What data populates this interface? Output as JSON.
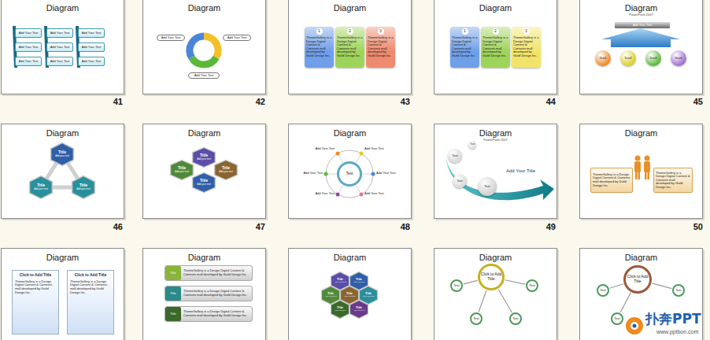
{
  "diagram": {
    "nodes": [
      {
        "text": [
          "Diagram"
        ]
      },
      {
        "text": [
          "Add Your Text"
        ],
        "in": 0
      },
      {
        "text": [
          "Add Your Text"
        ],
        "in": 0
      },
      {
        "text": [
          "Add Your Text"
        ],
        "in": 0
      },
      {
        "text": [
          "Add Your Text"
        ],
        "in": 0
      },
      {
        "text": [
          "Add Your Text"
        ],
        "in": 0
      },
      {
        "text": [
          "Add Your Text"
        ],
        "in": 0
      },
      {
        "text": [
          "Add Your Text"
        ],
        "in": 0
      },
      {
        "text": [
          "Add Your Text"
        ],
        "in": 0
      },
      {
        "text": [
          "Add Your Text"
        ],
        "in": 0
      },
      {
        "text": [
          "Diagram"
        ]
      },
      {
        "text": [
          "Add Your Text"
        ],
        "in": 10
      },
      {
        "text": [
          "Add Your Text"
        ],
        "in": 10
      },
      {
        "text": [
          "Add Your Text"
        ],
        "in": 10
      },
      {
        "text": [
          "Diagram"
        ]
      },
      {
        "text": [
          "1",
          "ThemeGallery is a Design Digital Content & Contents mall developed by Guild Design Inc."
        ],
        "in": 14
      },
      {
        "text": [
          "2",
          "ThemeGallery is a Design Digital Content & Contents mall developed by Guild Design Inc."
        ],
        "in": 14
      },
      {
        "text": [
          "3",
          "ThemeGallery is a Design Digital Content & Contents mall developed by Guild Design Inc."
        ],
        "in": 14
      },
      {
        "text": [
          "Diagram"
        ]
      },
      {
        "text": [
          "1",
          "ThemeGallery is a Design Digital Content & Contents mall developed by Guild Design Inc."
        ],
        "in": 18
      },
      {
        "text": [
          "2",
          "ThemeGallery is a Design Digital Content & Contents mall developed by Guild Design Inc."
        ],
        "in": 18
      },
      {
        "text": [
          "3",
          "ThemeGallery is a Design Digital Content & Contents mall developed by Guild Design Inc."
        ],
        "in": 18
      },
      {
        "text": [
          "Diagram",
          "PowerPoint 2007"
        ]
      },
      {
        "text": [
          "Add Your Title"
        ],
        "in": 22
      },
      {
        "text": [
          "Text1"
        ],
        "in": 22
      },
      {
        "text": [
          "Text2"
        ],
        "in": 22
      },
      {
        "text": [
          "Text3"
        ],
        "in": 22
      },
      {
        "text": [
          "Text4"
        ],
        "in": 22
      },
      {
        "text": [
          "Diagram"
        ]
      },
      {
        "text": [
          "Title",
          "Add your text"
        ],
        "in": 28
      },
      {
        "text": [
          "Title",
          "Add your text"
        ],
        "in": 28
      },
      {
        "text": [
          "Title",
          "Add your text"
        ],
        "in": 28
      },
      {
        "text": [
          "Diagram"
        ]
      },
      {
        "text": [
          "Title",
          "Add your text"
        ],
        "in": 32
      },
      {
        "text": [
          "Title",
          "Add your text"
        ],
        "in": 32
      },
      {
        "text": [
          "Title",
          "Add your text"
        ],
        "in": 32
      },
      {
        "text": [
          "Title",
          "Add your text"
        ],
        "in": 32
      },
      {
        "text": [
          "Diagram"
        ]
      },
      {
        "text": [
          "Text"
        ],
        "in": 37
      },
      {
        "text": [
          "Diagram",
          "PowerPoint 2007"
        ]
      },
      {
        "text": [
          "Text"
        ],
        "in": 39
      },
      {
        "text": [
          "Text"
        ],
        "in": 39
      },
      {
        "text": [
          "Text"
        ],
        "in": 39
      },
      {
        "text": [
          "Text"
        ],
        "in": 39
      },
      {
        "text": [
          "Diagram"
        ]
      },
      {
        "text": [
          "ThemeGallery is a Design Digital Content & Contents mall developed by Guild Design Inc."
        ],
        "in": 44
      },
      {
        "text": [
          "ThemeGallery is a Design Digital Content & Contents mall developed by Guild Design Inc."
        ],
        "in": 44
      },
      {
        "text": [
          "Diagram"
        ]
      },
      {
        "text": [
          "Click to Add Title",
          "ThemeGallery is a Design Digital Content & Contents mall developed by Guild Design Inc."
        ],
        "in": 47
      },
      {
        "text": [
          "Click to Add Title",
          "ThemeGallery is a Design Digital Content & Contents mall developed by Guild Design Inc."
        ],
        "in": 47
      },
      {
        "text": [
          "Diagram"
        ]
      },
      {
        "text": [
          "Title",
          "ThemeGallery is a Design Digital Content & Contents mall developed by Guild Design Inc."
        ],
        "in": 50
      },
      {
        "text": [
          "Title",
          "ThemeGallery is a Design Digital Content & Contents mall developed by Guild Design Inc."
        ],
        "in": 50
      },
      {
        "text": [
          "Title",
          "ThemeGallery is a Design Digital Content & Contents mall developed by Guild Design Inc."
        ],
        "in": 50
      },
      {
        "text": [
          "Diagram"
        ]
      },
      {
        "text": [
          "Title",
          "Add your text"
        ],
        "in": 54
      },
      {
        "text": [
          "Title",
          "Add your text"
        ],
        "in": 54
      },
      {
        "text": [
          "Title",
          "Add your text"
        ],
        "in": 54
      },
      {
        "text": [
          "Title",
          "Add your text"
        ],
        "in": 54
      },
      {
        "text": [
          "Title",
          "Add your text"
        ],
        "in": 54
      },
      {
        "text": [
          "Title",
          "Add your text"
        ],
        "in": 54
      },
      {
        "text": [
          "Title",
          "Add your text"
        ],
        "in": 54
      },
      {
        "text": [
          "Diagram"
        ]
      },
      {
        "text": [
          "Click to Add Title"
        ],
        "in": 62
      },
      {
        "text": [
          "Text"
        ],
        "in": 62
      },
      {
        "text": [
          "Text"
        ],
        "in": 62
      },
      {
        "text": [
          "Text"
        ],
        "in": 62
      },
      {
        "text": [
          "Text"
        ],
        "in": 62
      },
      {
        "text": [
          "Diagram"
        ]
      },
      {
        "text": [
          "Click to Add Title"
        ],
        "in": 68
      },
      {
        "text": [
          "Text"
        ],
        "in": 68
      },
      {
        "text": [
          "Text"
        ],
        "in": 68
      },
      {
        "text": [
          "Text"
        ],
        "in": 68
      }
    ],
    "edges": [
      {
        "from": 63,
        "to": 64,
        "arrow": "none"
      },
      {
        "from": 63,
        "to": 65,
        "arrow": "none"
      },
      {
        "from": 63,
        "to": 66,
        "arrow": "none"
      },
      {
        "from": 63,
        "to": 67,
        "arrow": "none"
      },
      {
        "from": 69,
        "to": 70,
        "arrow": "none"
      },
      {
        "from": 69,
        "to": 71,
        "arrow": "none"
      },
      {
        "from": 69,
        "to": 72,
        "arrow": "none"
      }
    ],
    "labels": [
      "41",
      "42",
      "43",
      "44",
      "45",
      "Add Your Text",
      "Add Your Text",
      "Add Your Text",
      "Add Your Text",
      "Add Your Text",
      "Add Your Text",
      "Add Your Title",
      "46",
      "47",
      "48",
      "49",
      "50",
      "扑奔PPT",
      "www.pptbon.com"
    ]
  }
}
